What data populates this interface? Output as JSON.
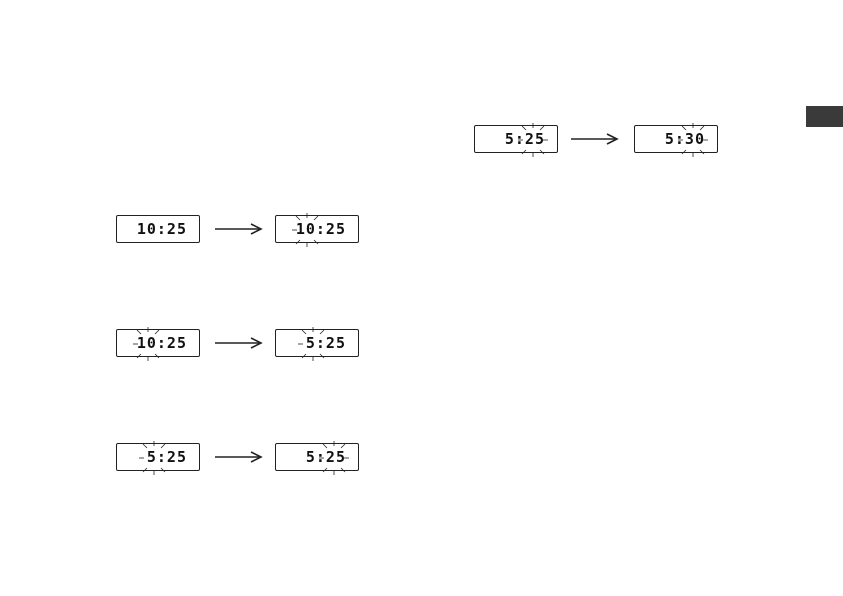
{
  "displays": [
    {
      "id": "step1-before",
      "text": "10:25"
    },
    {
      "id": "step1-after",
      "text": "10:25"
    },
    {
      "id": "step2-before",
      "text": "10:25"
    },
    {
      "id": "step2-after",
      "text": "5:25"
    },
    {
      "id": "step3-before",
      "text": "5:25"
    },
    {
      "id": "step3-after",
      "text": "5:25"
    },
    {
      "id": "step4-before",
      "text": "5:25"
    },
    {
      "id": "step4-after",
      "text": "5:30"
    }
  ],
  "colors": {
    "ink": "#222222",
    "tab": "#3a3a3a"
  },
  "icons": {
    "arrow": "arrow-right-icon",
    "blink": "blink-rays-icon"
  }
}
